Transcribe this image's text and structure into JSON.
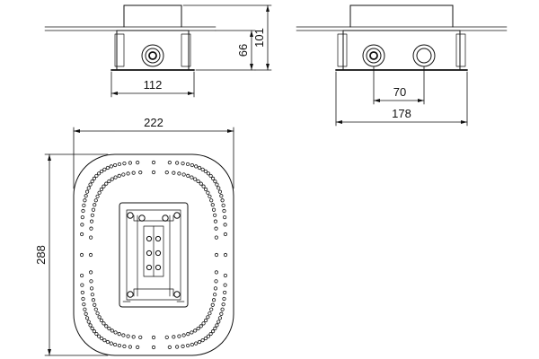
{
  "dimensions": {
    "front_width": "112",
    "front_inner_height": "66",
    "front_total_height": "101",
    "side_port_spacing": "70",
    "side_width": "178",
    "plan_width": "222",
    "plan_height": "288"
  },
  "colors": {
    "line": "#111111",
    "background": "#ffffff"
  }
}
